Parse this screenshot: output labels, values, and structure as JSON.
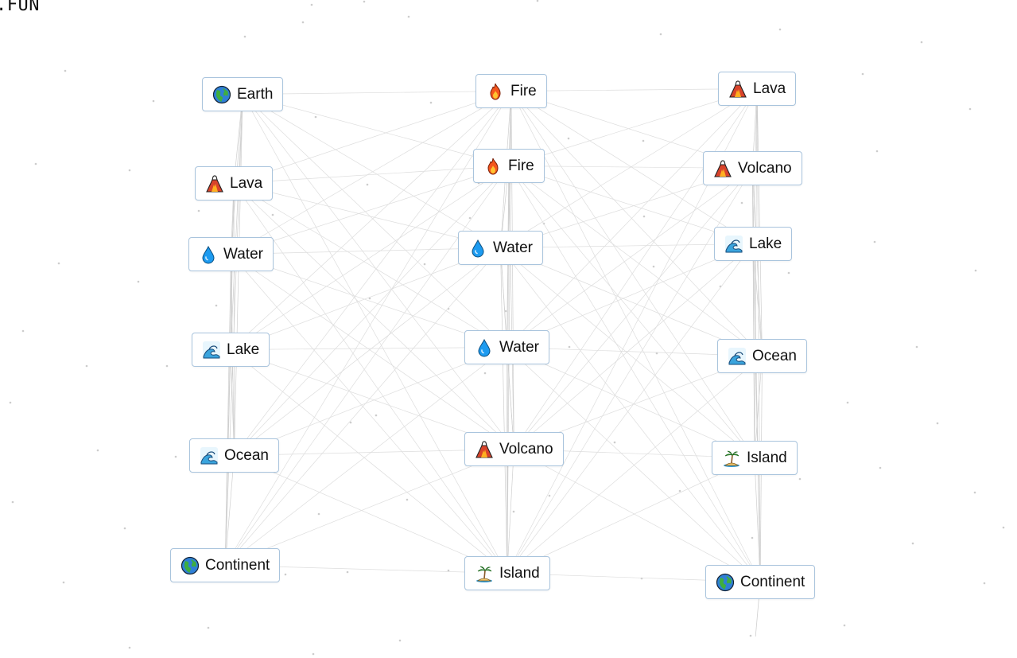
{
  "app": {
    "logo_text": ".FUN"
  },
  "colors": {
    "background": "#ffffff",
    "node_border": "#a9c4dd",
    "connector": "#dddddd",
    "dot": "#cccccc"
  },
  "elements": [
    {
      "id": "e1",
      "label": "Earth",
      "icon": "globe-icon"
    },
    {
      "id": "e2",
      "label": "Lava",
      "icon": "volcano-icon"
    },
    {
      "id": "e3",
      "label": "Water",
      "icon": "droplet-icon"
    },
    {
      "id": "e4",
      "label": "Lake",
      "icon": "wave-icon"
    },
    {
      "id": "e5",
      "label": "Ocean",
      "icon": "wave-icon"
    },
    {
      "id": "e6",
      "label": "Continent",
      "icon": "globe-icon"
    },
    {
      "id": "e7",
      "label": "Fire",
      "icon": "fire-icon"
    },
    {
      "id": "e8",
      "label": "Fire",
      "icon": "fire-icon"
    },
    {
      "id": "e9",
      "label": "Water",
      "icon": "droplet-icon"
    },
    {
      "id": "e10",
      "label": "Water",
      "icon": "droplet-icon"
    },
    {
      "id": "e11",
      "label": "Volcano",
      "icon": "volcano-icon"
    },
    {
      "id": "e12",
      "label": "Island",
      "icon": "island-icon"
    },
    {
      "id": "e13",
      "label": "Lava",
      "icon": "volcano-icon"
    },
    {
      "id": "e14",
      "label": "Volcano",
      "icon": "volcano-icon"
    },
    {
      "id": "e15",
      "label": "Lake",
      "icon": "wave-icon"
    },
    {
      "id": "e16",
      "label": "Ocean",
      "icon": "wave-icon"
    },
    {
      "id": "e17",
      "label": "Island",
      "icon": "island-icon"
    },
    {
      "id": "e18",
      "label": "Continent",
      "icon": "globe-icon"
    }
  ]
}
